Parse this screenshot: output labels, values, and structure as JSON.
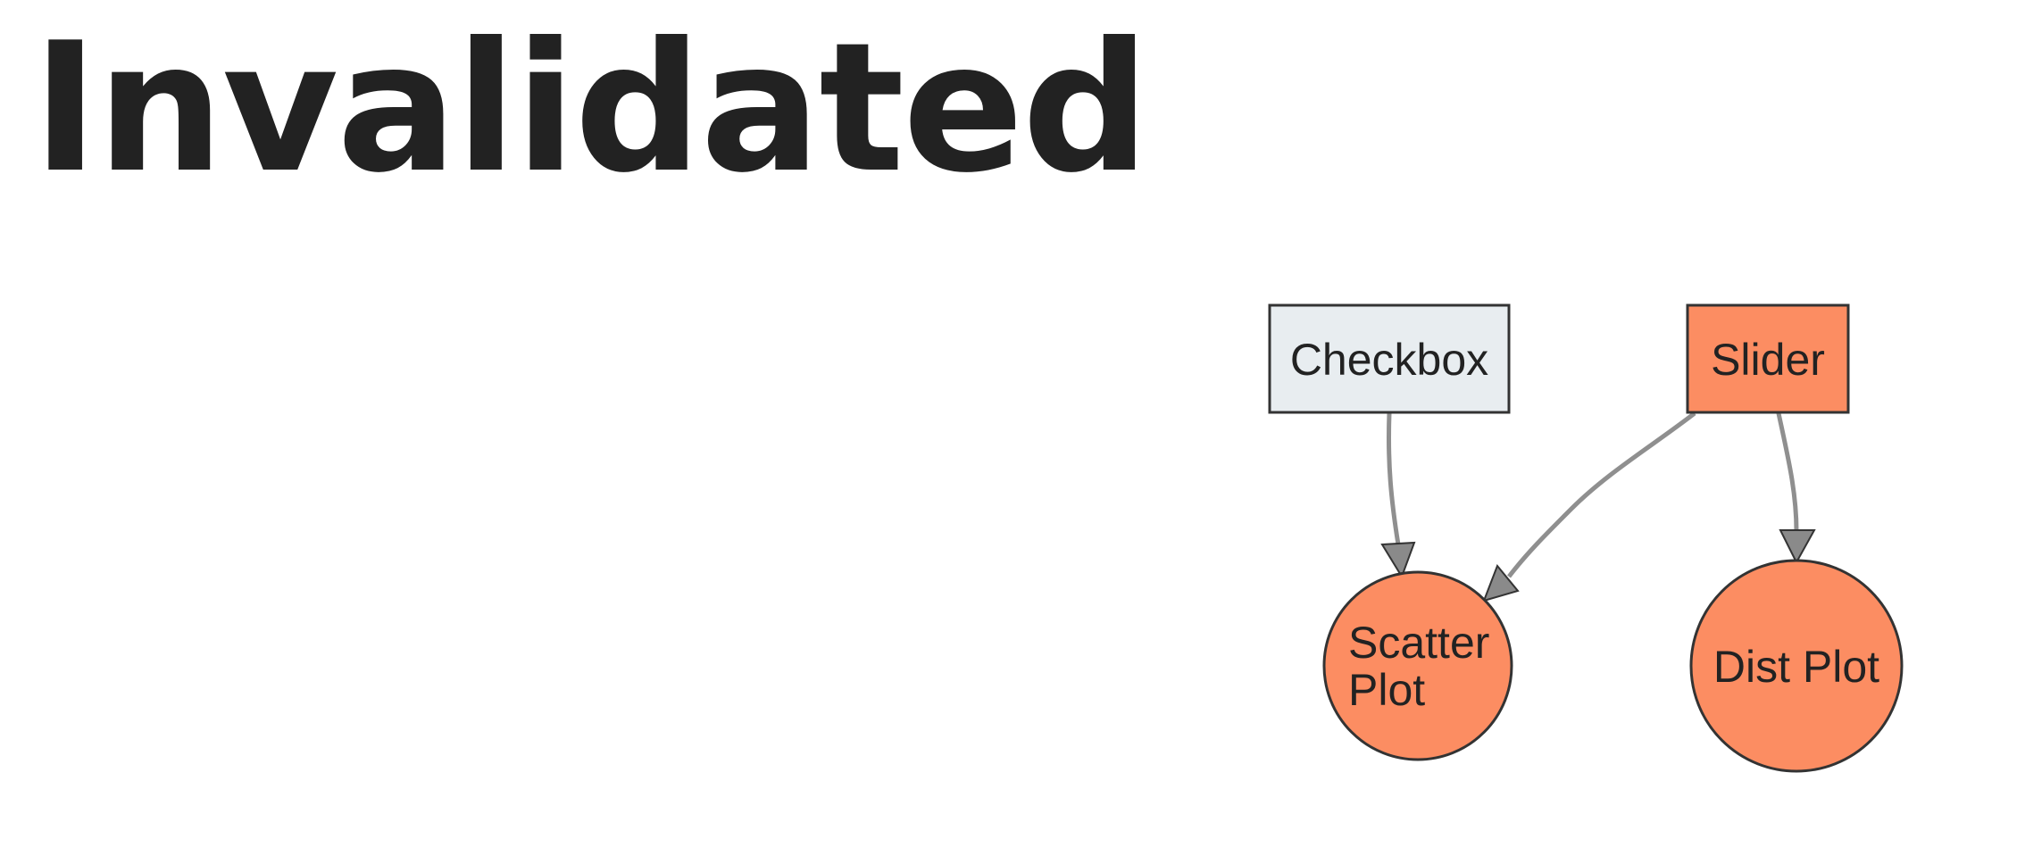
{
  "title": "Invalidated",
  "colors": {
    "invalidated_fill": "#fc8d62",
    "valid_fill": "#e8edf0",
    "stroke": "#333333",
    "edge": "#8f8f8f",
    "arrowhead": "#8a8a8a",
    "title_text": "#222222"
  },
  "nodes": [
    {
      "id": "checkbox",
      "label_lines": [
        "Checkbox"
      ],
      "shape": "rect",
      "status": "valid"
    },
    {
      "id": "slider",
      "label_lines": [
        "Slider"
      ],
      "shape": "rect",
      "status": "invalidated"
    },
    {
      "id": "scatter-plot",
      "label_lines": [
        "Scatter",
        "Plot"
      ],
      "shape": "circle",
      "status": "invalidated"
    },
    {
      "id": "dist-plot",
      "label_lines": [
        "Dist Plot"
      ],
      "shape": "circle",
      "status": "invalidated"
    }
  ],
  "edges": [
    {
      "from": "checkbox",
      "to": "scatter-plot"
    },
    {
      "from": "slider",
      "to": "scatter-plot"
    },
    {
      "from": "slider",
      "to": "dist-plot"
    }
  ]
}
